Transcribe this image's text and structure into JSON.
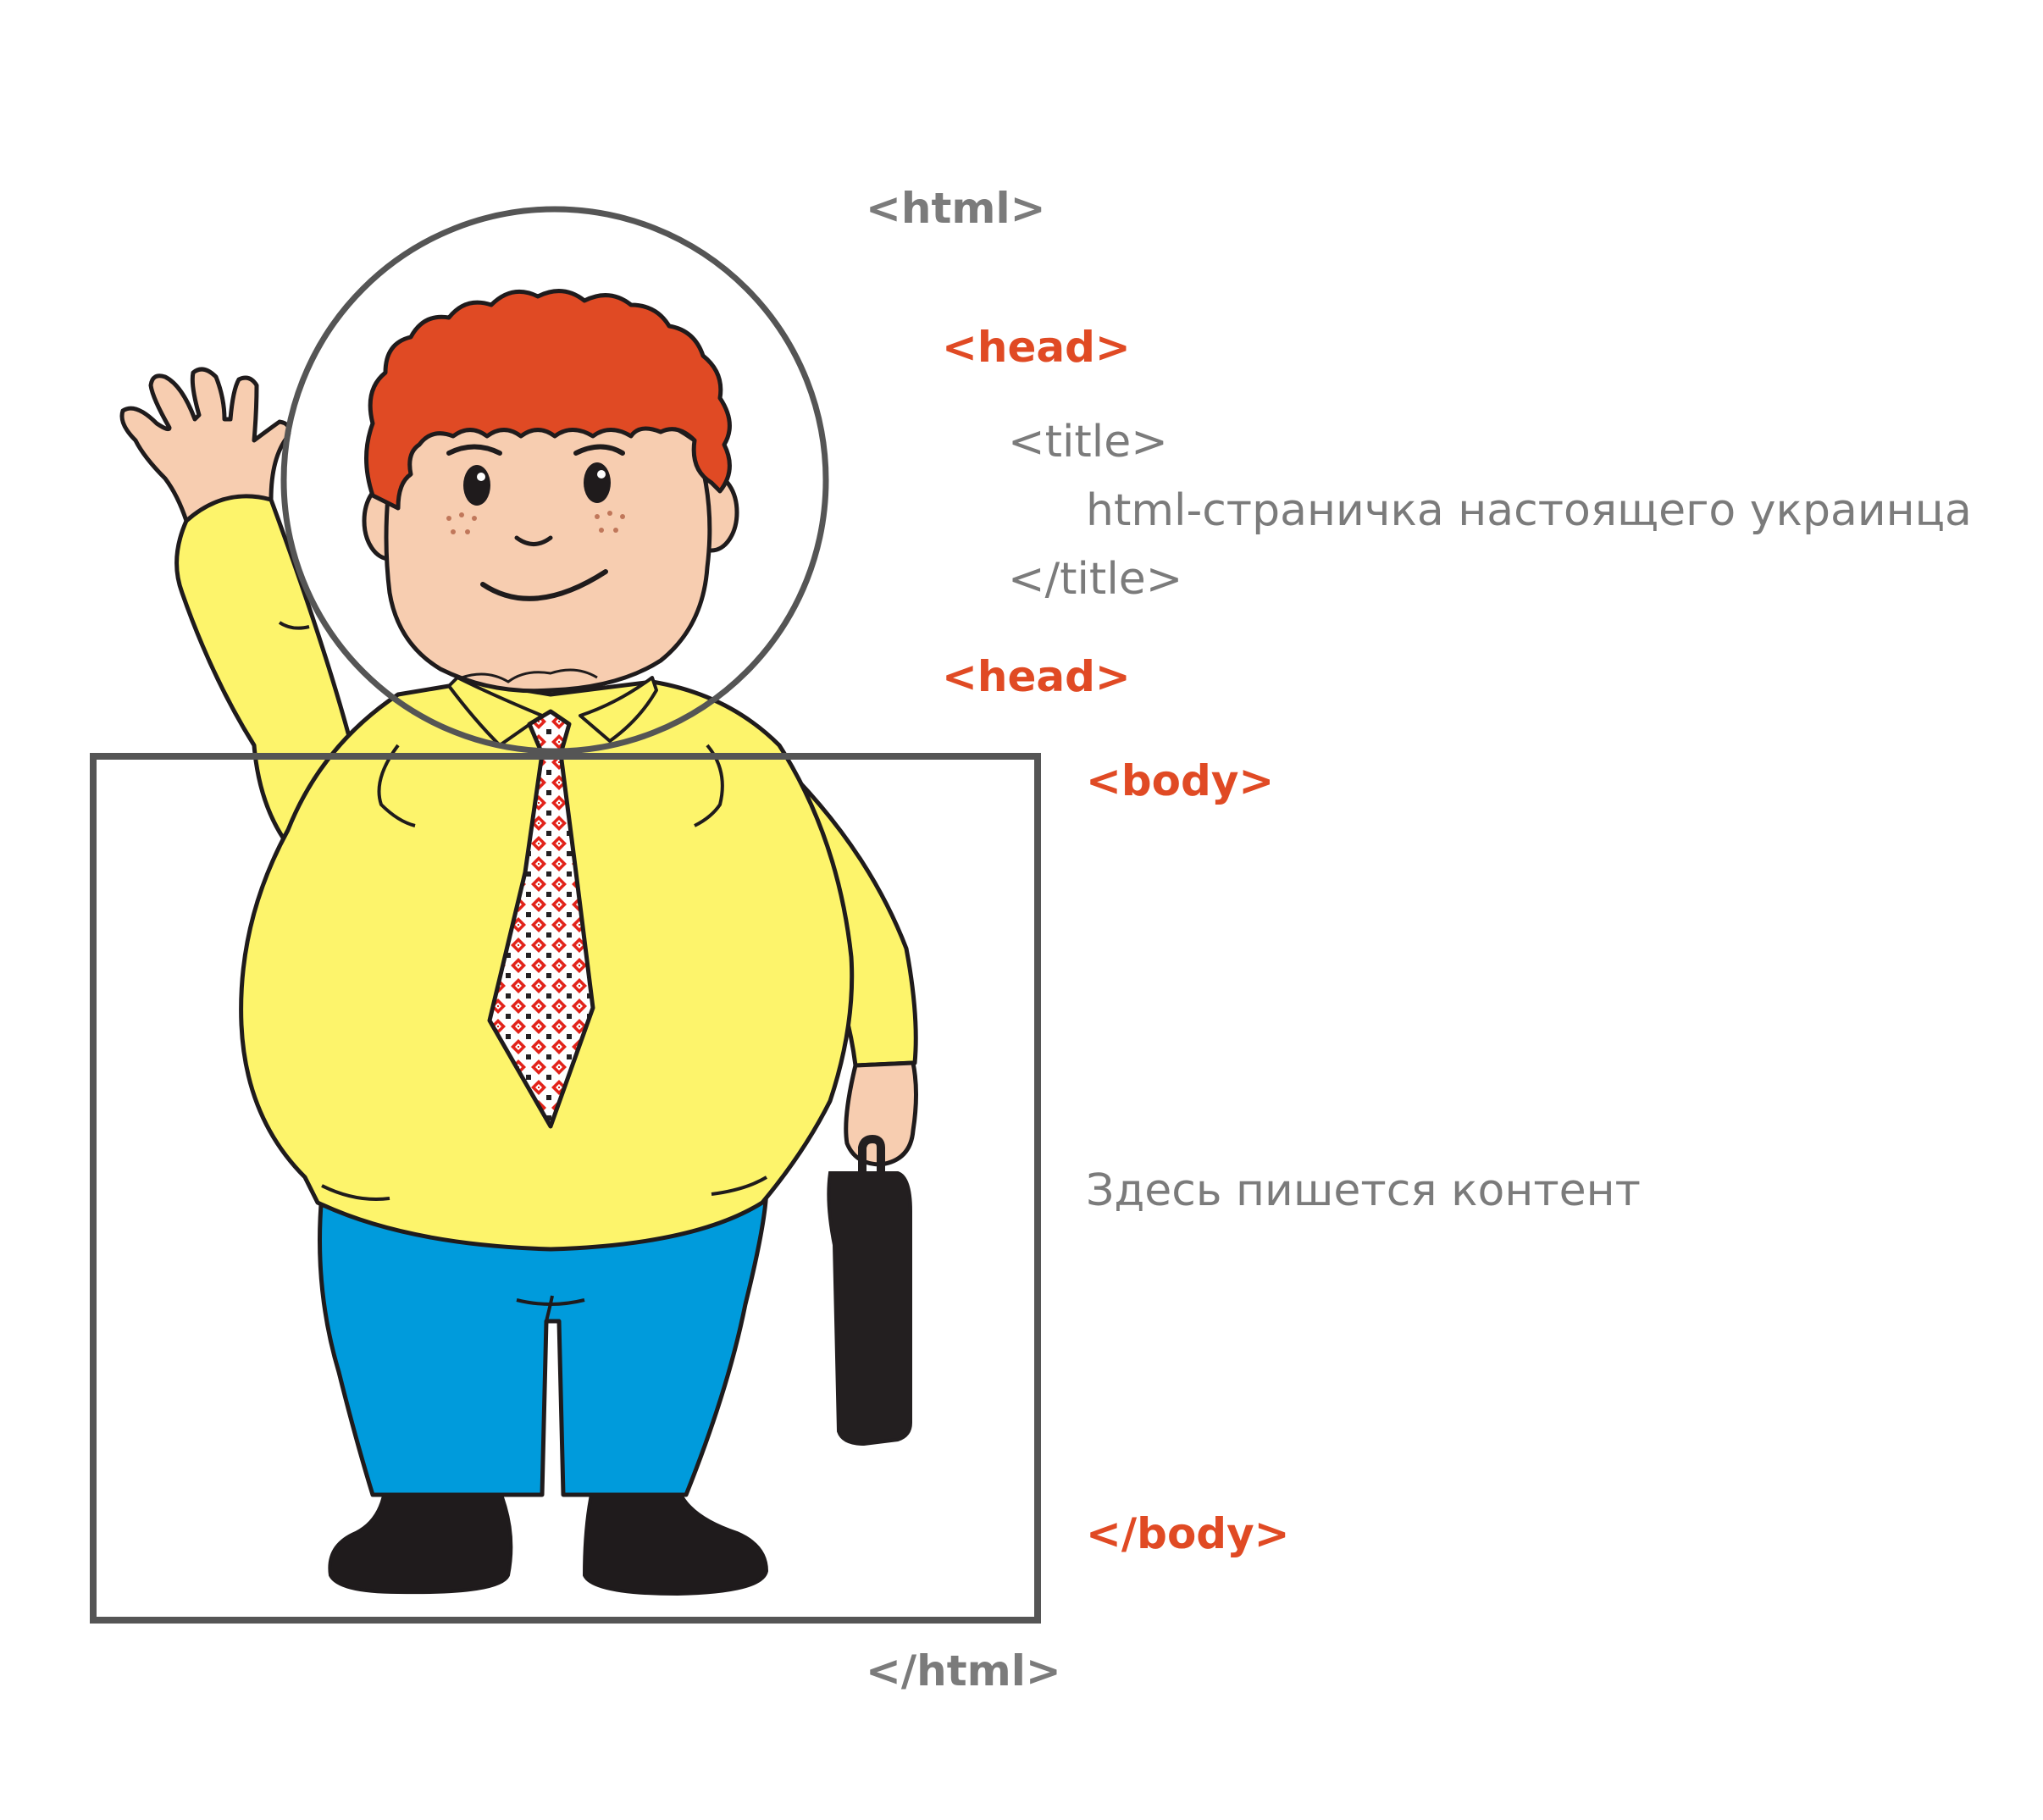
{
  "labels": {
    "html_open": "<html>",
    "head_open": "<head>",
    "title_open": "<title>",
    "title_text": "html-страничка настоящего украинца",
    "title_close": "</title>",
    "head_close": "<head>",
    "body_open": "<body>",
    "body_text": "Здесь пишется контент",
    "body_close": "</body>",
    "html_close": "</html>"
  },
  "colors": {
    "html_tag": "#7b7b7b",
    "head_body_tag": "#e04a24",
    "plain_text": "#7b7b7b",
    "frame": "#555555",
    "hair": "#e04a24",
    "skin": "#f7cdb0",
    "shirt": "#fdf46b",
    "pants": "#009bdc",
    "shoes": "#1f1b1c",
    "briefcase": "#231f20",
    "tie_red": "#e2231a"
  },
  "icons": {
    "figure": "waving-man-figure-icon",
    "briefcase": "briefcase-icon",
    "tie": "embroidered-tie-icon"
  }
}
